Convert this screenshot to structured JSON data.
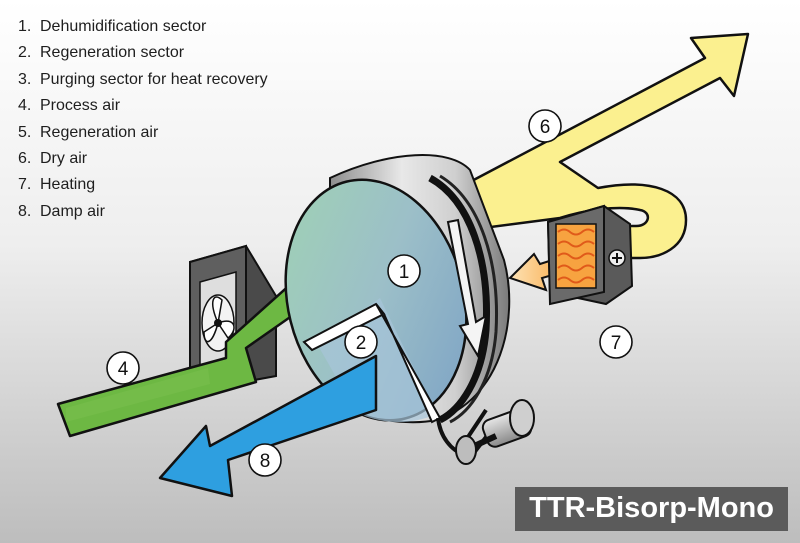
{
  "legend": [
    {
      "number": "1.",
      "label": "Dehumidification sector"
    },
    {
      "number": "2.",
      "label": "Regeneration sector"
    },
    {
      "number": "3.",
      "label": "Purging sector for heat recovery"
    },
    {
      "number": "4.",
      "label": "Process air"
    },
    {
      "number": "5.",
      "label": "Regeneration air"
    },
    {
      "number": "6.",
      "label": "Dry air"
    },
    {
      "number": "7.",
      "label": "Heating"
    },
    {
      "number": "8.",
      "label": "Damp air"
    }
  ],
  "callouts": {
    "c1": "1",
    "c2": "2",
    "c4": "4",
    "c6": "6",
    "c7": "7",
    "c8": "8"
  },
  "brand": "TTR-Bisorp-Mono",
  "colors": {
    "dry_air": "#fbf08f",
    "process_air": "#6db843",
    "damp_air": "#2e9fe0",
    "heating": "#f7941d",
    "wheel_face": "#a9c9b0",
    "outline": "#111111"
  }
}
